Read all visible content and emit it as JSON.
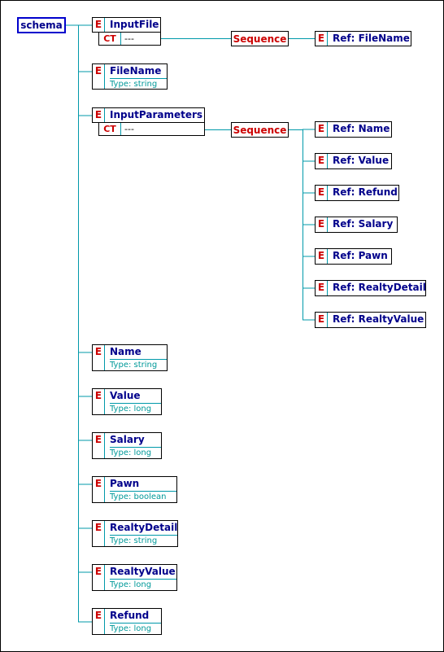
{
  "schema_label": "schema",
  "element_marker": "E",
  "complex_type_marker": "CT",
  "complex_type_content": "---",
  "sequence_label": "Sequence",
  "elements": [
    {
      "name": "InputFile"
    },
    {
      "name": "FileName",
      "type": "Type: string"
    },
    {
      "name": "InputParameters"
    },
    {
      "name": "Name",
      "type": "Type: string"
    },
    {
      "name": "Value",
      "type": "Type: long"
    },
    {
      "name": "Salary",
      "type": "Type: long"
    },
    {
      "name": "Pawn",
      "type": "Type: boolean"
    },
    {
      "name": "RealtyDetail",
      "type": "Type: string"
    },
    {
      "name": "RealtyValue",
      "type": "Type: long"
    },
    {
      "name": "Refund",
      "type": "Type: long"
    }
  ],
  "input_file_refs": [
    "Ref: FileName"
  ],
  "input_parameters_refs": [
    "Ref: Name",
    "Ref: Value",
    "Ref: Refund",
    "Ref: Salary",
    "Ref: Pawn",
    "Ref: RealtyDetail",
    "Ref: RealtyValue"
  ],
  "colors": {
    "connector": "#0099aa",
    "element_name": "#00008b",
    "marker": "#cc0000",
    "type_text": "#009999",
    "schema_border": "#0000cc"
  }
}
